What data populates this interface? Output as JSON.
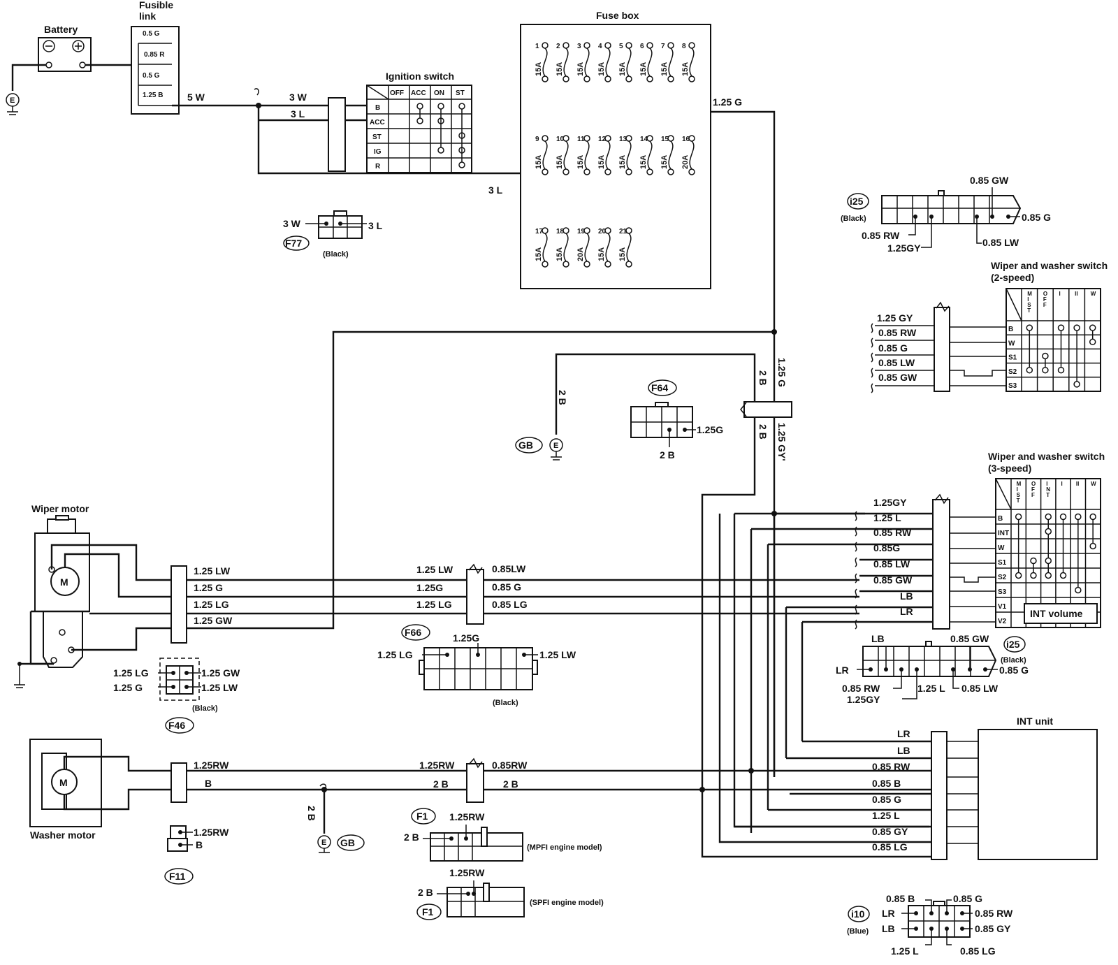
{
  "components": {
    "battery": "Battery",
    "fusible_link": "Fusible link",
    "fuse_box": "Fuse box",
    "ignition_switch": "Ignition switch",
    "wiper_motor": "Wiper motor",
    "washer_motor": "Washer motor",
    "int_unit": "INT unit",
    "wiper_switch_2": "Wiper and washer switch (2-speed)",
    "wiper_switch_3": "Wiper and washer switch (3-speed)",
    "int_volume": "INT volume",
    "motor_symbol": "M",
    "ground_symbol": "E"
  },
  "fusible_links": [
    "0.5 G",
    "0.85 R",
    "0.5 G",
    "1.25 B"
  ],
  "fuses": {
    "row1": [
      {
        "no": "1",
        "amp": "15A"
      },
      {
        "no": "2",
        "amp": "15A"
      },
      {
        "no": "3",
        "amp": "15A"
      },
      {
        "no": "4",
        "amp": "15A"
      },
      {
        "no": "5",
        "amp": "15A"
      },
      {
        "no": "6",
        "amp": "15A"
      },
      {
        "no": "7",
        "amp": "15A"
      },
      {
        "no": "8",
        "amp": "15A"
      }
    ],
    "row2": [
      {
        "no": "9",
        "amp": "15A"
      },
      {
        "no": "10",
        "amp": "15A"
      },
      {
        "no": "11",
        "amp": "15A"
      },
      {
        "no": "12",
        "amp": "15A"
      },
      {
        "no": "13",
        "amp": "15A"
      },
      {
        "no": "14",
        "amp": "15A"
      },
      {
        "no": "15",
        "amp": "15A"
      },
      {
        "no": "16",
        "amp": "20A"
      }
    ],
    "row3": [
      {
        "no": "17",
        "amp": "15A"
      },
      {
        "no": "18",
        "amp": "15A"
      },
      {
        "no": "19",
        "amp": "20A"
      },
      {
        "no": "20",
        "amp": "15A"
      },
      {
        "no": "21",
        "amp": "15A"
      }
    ]
  },
  "ignition_table": {
    "cols": [
      "OFF",
      "ACC",
      "ON",
      "ST"
    ],
    "rows": [
      "B",
      "ACC",
      "ST",
      "IG",
      "R"
    ]
  },
  "switch2_table": {
    "cols": [
      "MIST",
      "OFF",
      "I",
      "II",
      "W"
    ],
    "rows": [
      "B",
      "W",
      "S1",
      "S2",
      "S3"
    ]
  },
  "switch3_table": {
    "cols": [
      "MIST",
      "OFF",
      "INT",
      "I",
      "II",
      "W"
    ],
    "rows": [
      "B",
      "INT",
      "W",
      "S1",
      "S2",
      "S3",
      "V1",
      "V2"
    ]
  },
  "connectors": {
    "F77": "F77",
    "F64": "F64",
    "F66": "F66",
    "F46": "F46",
    "F11": "F11",
    "F1": "F1",
    "i25": "i25",
    "i10": "i10",
    "GB": "GB",
    "black": "(Black)",
    "blue": "(Blue)",
    "mpfi": "(MPFI engine model)",
    "spfi": "(SPFI engine model)"
  },
  "wires": {
    "w_5W": "5 W",
    "w_3W": "3 W",
    "w_3L": "3 L",
    "w_125G": "1.25 G",
    "w_125G_b": "1.25G",
    "w_125GY": "1.25 GY",
    "w_2B": "2 B",
    "w_B": "B",
    "w_125LW": "1.25 LW",
    "w_125LG": "1.25 LG",
    "w_125GW": "1.25 GW",
    "w_125RW": "1.25 RW",
    "w_125RW_b": "1.25RW",
    "w_125L": "1.25 L",
    "w_125GY_b": "1.25GY",
    "w_085LW": "0.85 LW",
    "w_085LW_b": "0.85LW",
    "w_085G": "0.85 G",
    "w_085G_b": "0.85G",
    "w_085LG": "0.85 LG",
    "w_085RW": "0.85 RW",
    "w_085RW_b": "0.85RW",
    "w_085GW": "0.85 GW",
    "w_085B": "0.85 B",
    "w_085GY": "0.85 GY",
    "w_LB": "LB",
    "w_LR": "LR",
    "w_125GY_c": "1.25 GY'",
    "w_125Gc": "1.25 G",
    "w_125Gd": "1.25G"
  }
}
